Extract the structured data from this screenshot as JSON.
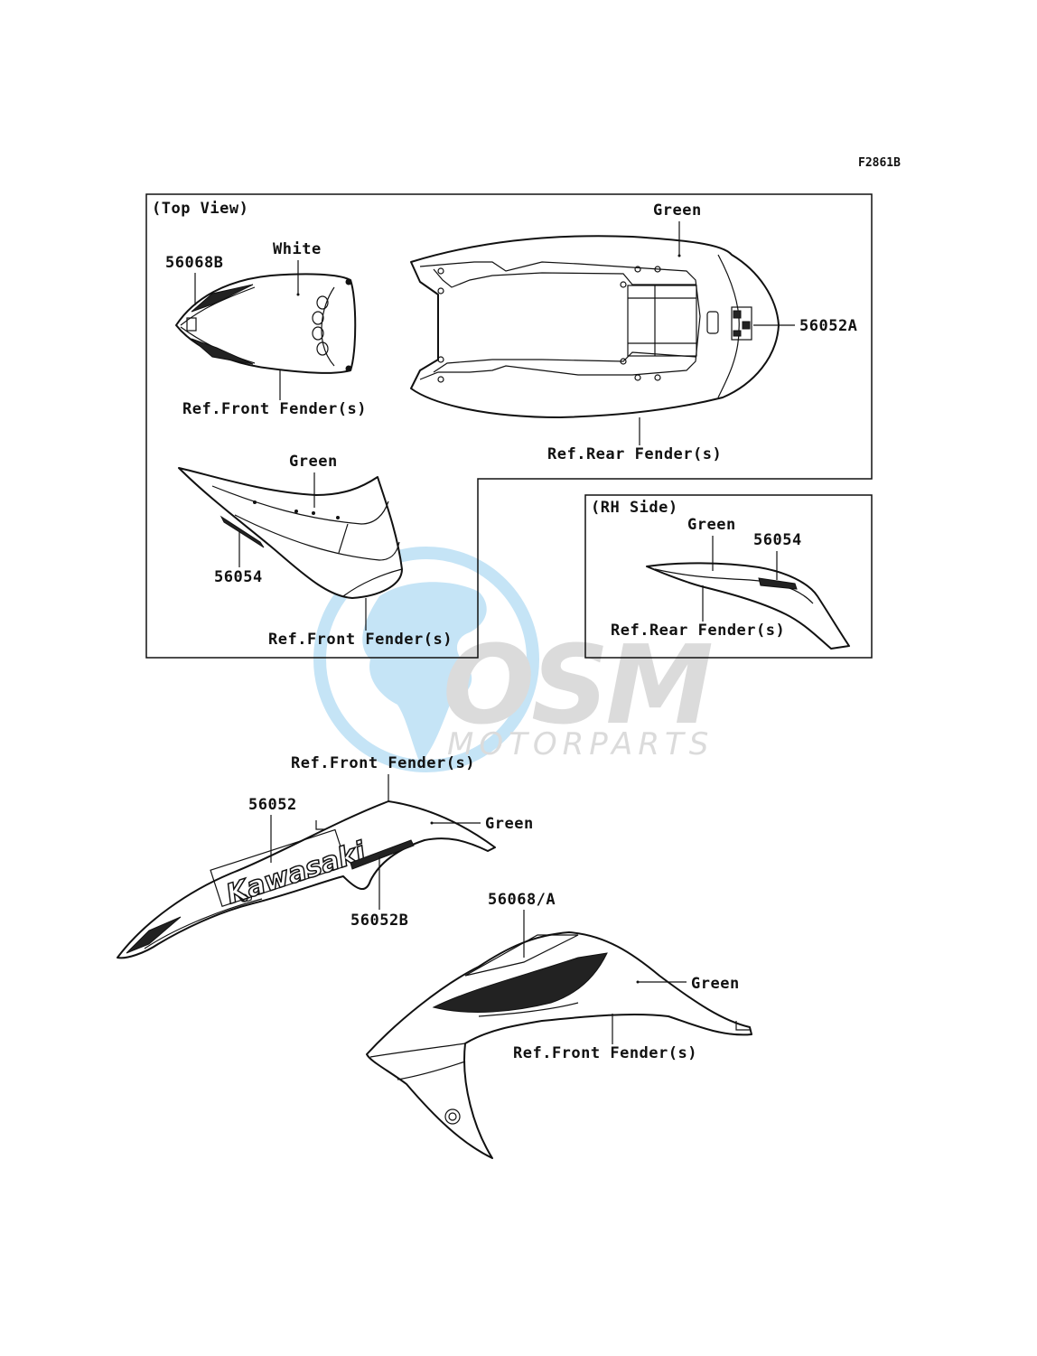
{
  "figure_code": "F2861B",
  "views": {
    "top_view": "(Top View)",
    "rh_side": "(RH Side)"
  },
  "labels": {
    "part_56068B": "56068B",
    "white": "White",
    "ref_front_fender_1": "Ref.Front Fender(s)",
    "green_rear_top": "Green",
    "part_56052A": "56052A",
    "ref_rear_fender_1": "Ref.Rear Fender(s)",
    "green_side_panel": "Green",
    "part_56054_left": "56054",
    "ref_front_fender_2": "Ref.Front Fender(s)",
    "green_rh": "Green",
    "part_56054_rh": "56054",
    "ref_rear_fender_2": "Ref.Rear Fender(s)",
    "ref_front_fender_3": "Ref.Front Fender(s)",
    "part_56052": "56052",
    "green_cowl": "Green",
    "part_56052B": "56052B",
    "part_56068A": "56068/A",
    "green_shroud": "Green",
    "ref_front_fender_4": "Ref.Front Fender(s)"
  },
  "decal_text": {
    "brand": "Kawasaki"
  },
  "watermark": {
    "logo": "OSM",
    "tagline": "MOTORPARTS",
    "colors": {
      "globe": "#5bb3e6",
      "letters": "#9a9a9a"
    }
  }
}
